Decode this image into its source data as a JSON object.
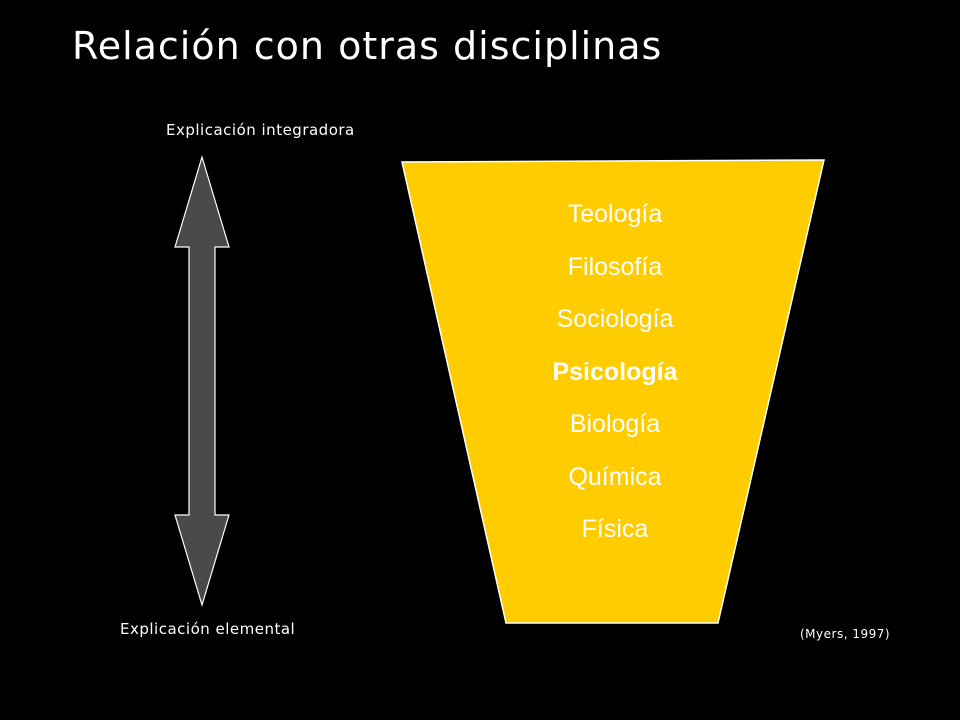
{
  "slide": {
    "title": "Relación con otras disciplinas",
    "top_label": "Explicación integradora",
    "bottom_label": "Explicación elemental",
    "citation": "(Myers, 1997)"
  },
  "funnel": {
    "fill_color": "#FFCC00",
    "items": [
      {
        "label": "Teología",
        "emphasis": false
      },
      {
        "label": "Filosofía",
        "emphasis": false
      },
      {
        "label": "Sociología",
        "emphasis": false
      },
      {
        "label": "Psicología",
        "emphasis": true
      },
      {
        "label": "Biología",
        "emphasis": false
      },
      {
        "label": "Química",
        "emphasis": false
      },
      {
        "label": "Física",
        "emphasis": false
      }
    ]
  },
  "arrow": {
    "fill_color": "#4A4A4A",
    "stroke_color": "#FFFFFF",
    "direction": "bidirectional-vertical"
  }
}
